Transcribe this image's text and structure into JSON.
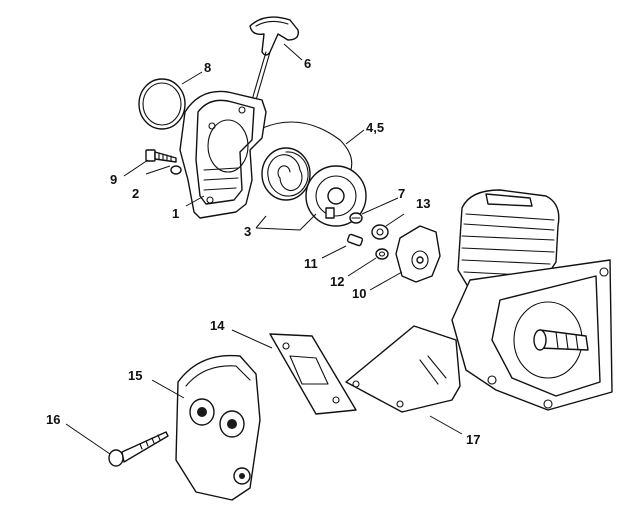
{
  "diagram": {
    "callouts": [
      {
        "id": "c1",
        "label": "1"
      },
      {
        "id": "c2",
        "label": "2"
      },
      {
        "id": "c3",
        "label": "3"
      },
      {
        "id": "c45",
        "label": "4,5"
      },
      {
        "id": "c6",
        "label": "6"
      },
      {
        "id": "c7",
        "label": "7"
      },
      {
        "id": "c8",
        "label": "8"
      },
      {
        "id": "c9",
        "label": "9"
      },
      {
        "id": "c10",
        "label": "10"
      },
      {
        "id": "c11",
        "label": "11"
      },
      {
        "id": "c12",
        "label": "12"
      },
      {
        "id": "c13",
        "label": "13"
      },
      {
        "id": "c14",
        "label": "14"
      },
      {
        "id": "c15",
        "label": "15"
      },
      {
        "id": "c16",
        "label": "16"
      },
      {
        "id": "c17",
        "label": "17"
      }
    ]
  }
}
